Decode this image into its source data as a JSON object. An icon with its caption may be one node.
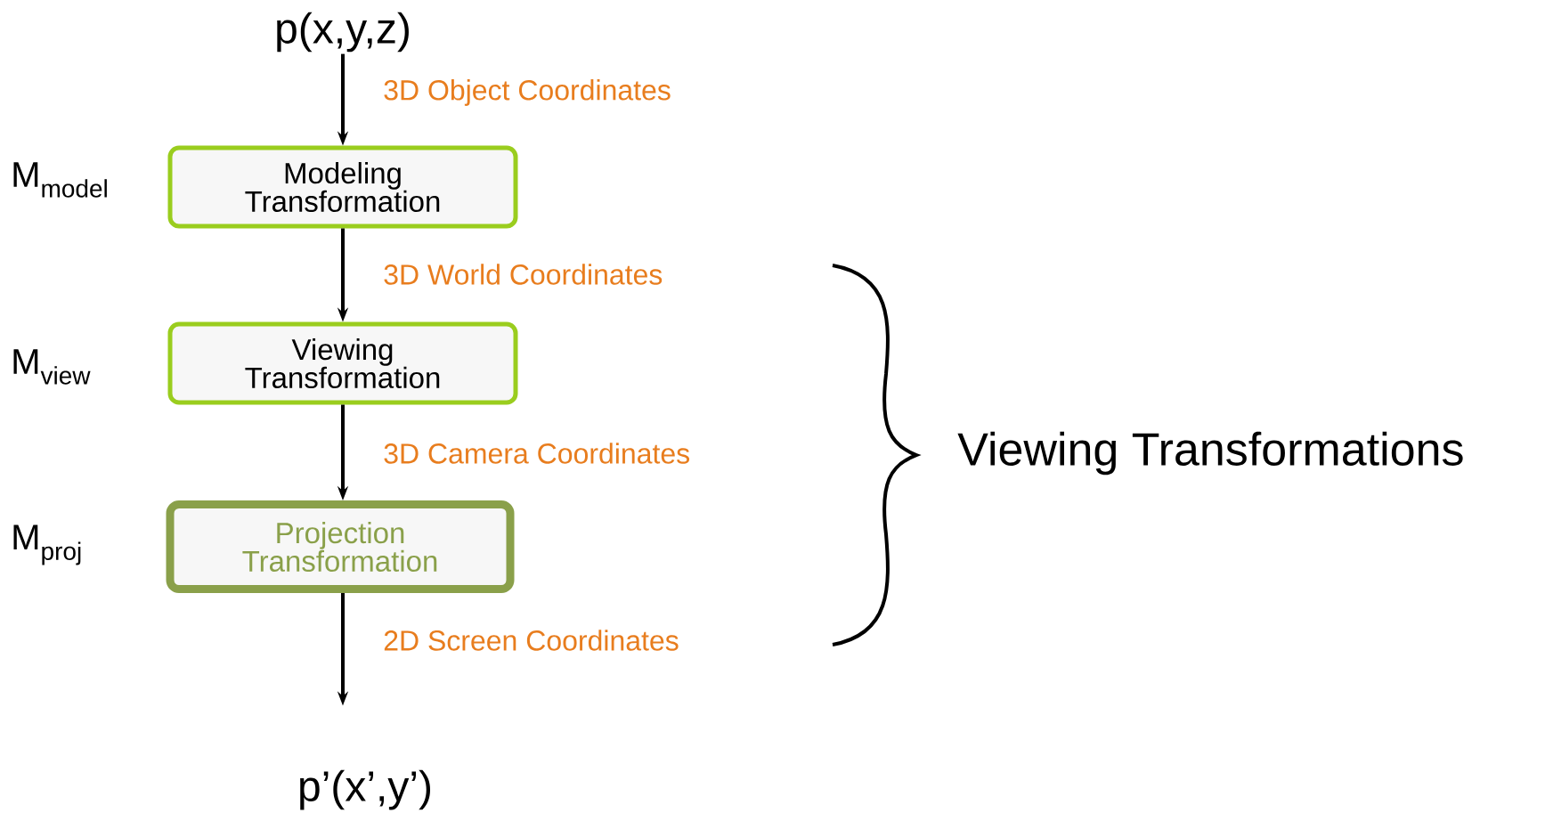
{
  "diagram": {
    "nodes": [
      {
        "text": [
          "p(x,y,z)"
        ]
      },
      {
        "text": [
          "Modeling Transformation"
        ],
        "beside": [
          "M$_{model}$"
        ]
      },
      {
        "text": [
          "Viewing Transformation"
        ],
        "beside": [
          "M$_{view}$"
        ]
      },
      {
        "text": [
          "Projection Transformation"
        ],
        "beside": [
          "M$_{proj}$"
        ]
      },
      {
        "text": [
          "p’(x’,y’)"
        ]
      }
    ],
    "edges": [
      {
        "from": 0,
        "to": 1,
        "arrow": "to",
        "label": "3D Object Coordinates"
      },
      {
        "from": 1,
        "to": 2,
        "arrow": "to",
        "label": "3D World Coordinates"
      },
      {
        "from": 2,
        "to": 3,
        "arrow": "to",
        "label": "3D Camera Coordinates"
      },
      {
        "from": 3,
        "to": 4,
        "arrow": "to",
        "label": "2D Screen Coordinates"
      }
    ],
    "labels": [
      "Viewing Transformations"
    ]
  }
}
